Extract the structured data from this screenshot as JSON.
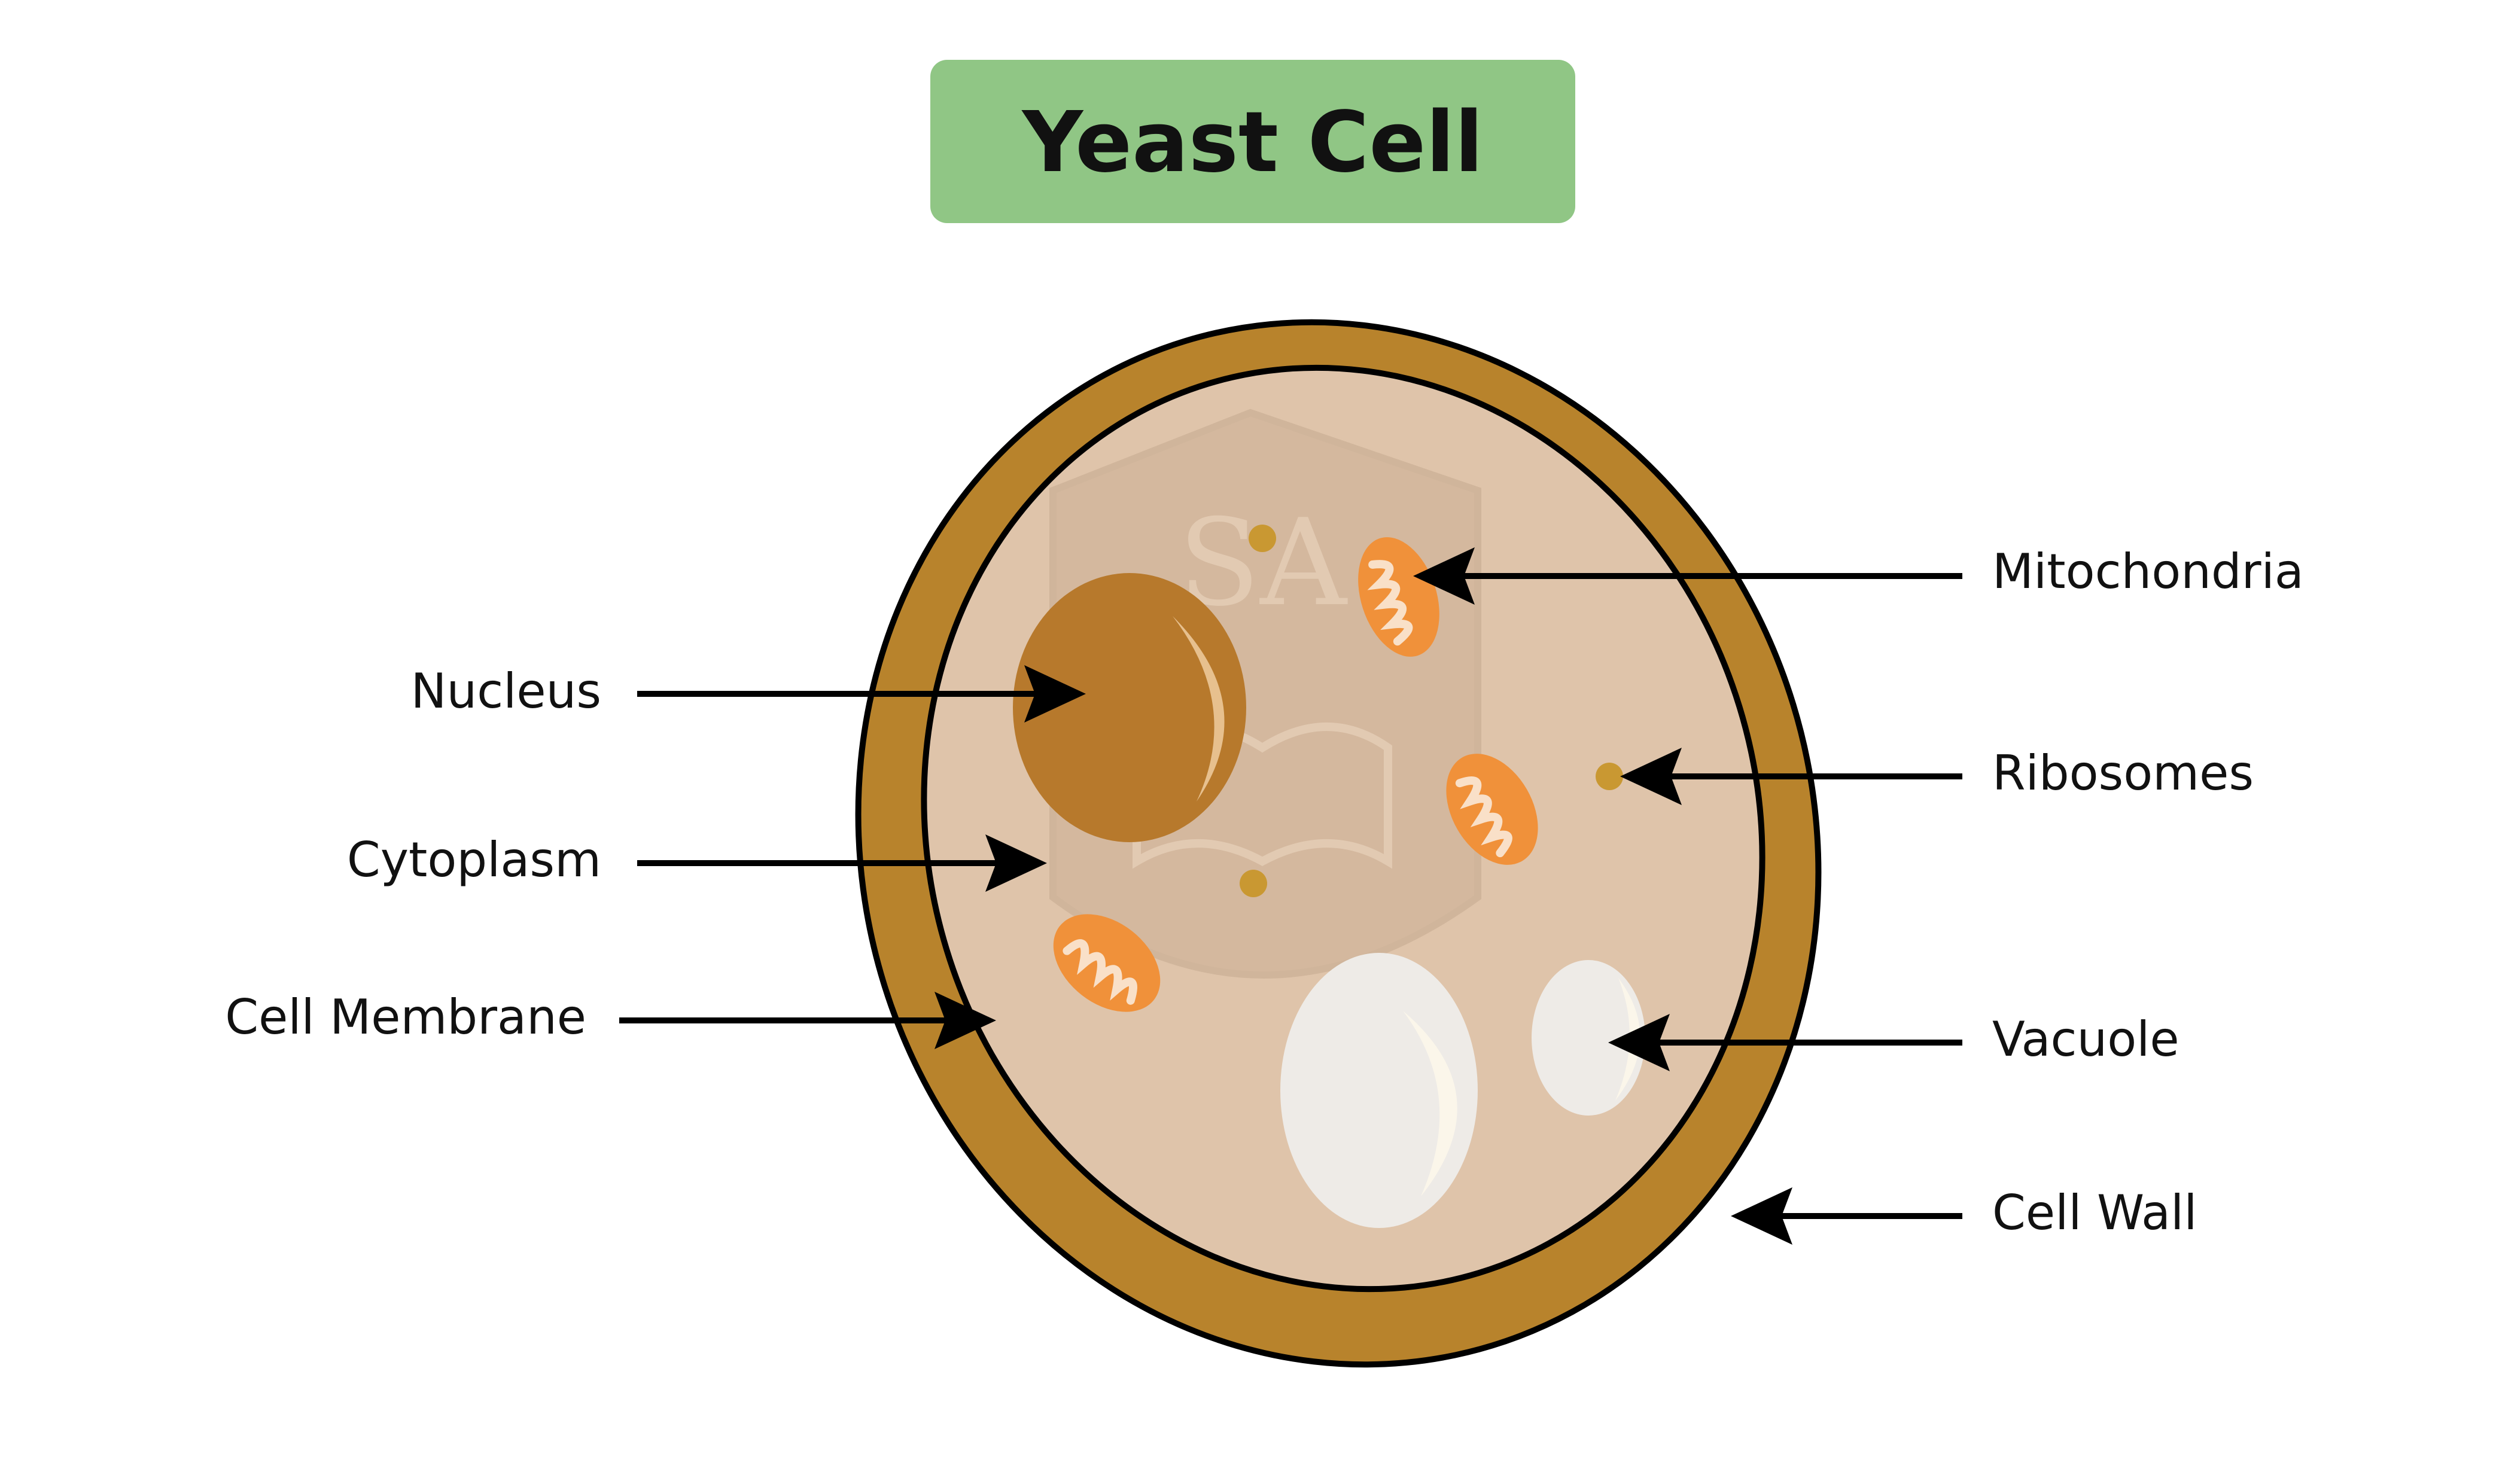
{
  "title": "Yeast Cell",
  "labels": {
    "nucleus": "Nucleus",
    "cytoplasm": "Cytoplasm",
    "cell_membrane": "Cell Membrane",
    "mitochondria": "Mitochondria",
    "ribosomes": "Ribosomes",
    "vacuole": "Vacuole",
    "cell_wall": "Cell Wall"
  },
  "watermark_text": "SA",
  "colors": {
    "title_box": "#90c685",
    "cell_wall": "#b8832c",
    "cytoplasm": "#dfc4aa",
    "nucleus": "#b7792c",
    "mitochondria": "#f0913a",
    "ribosome": "#c99832",
    "vacuole": "#eeebe7",
    "outline": "#000000"
  }
}
